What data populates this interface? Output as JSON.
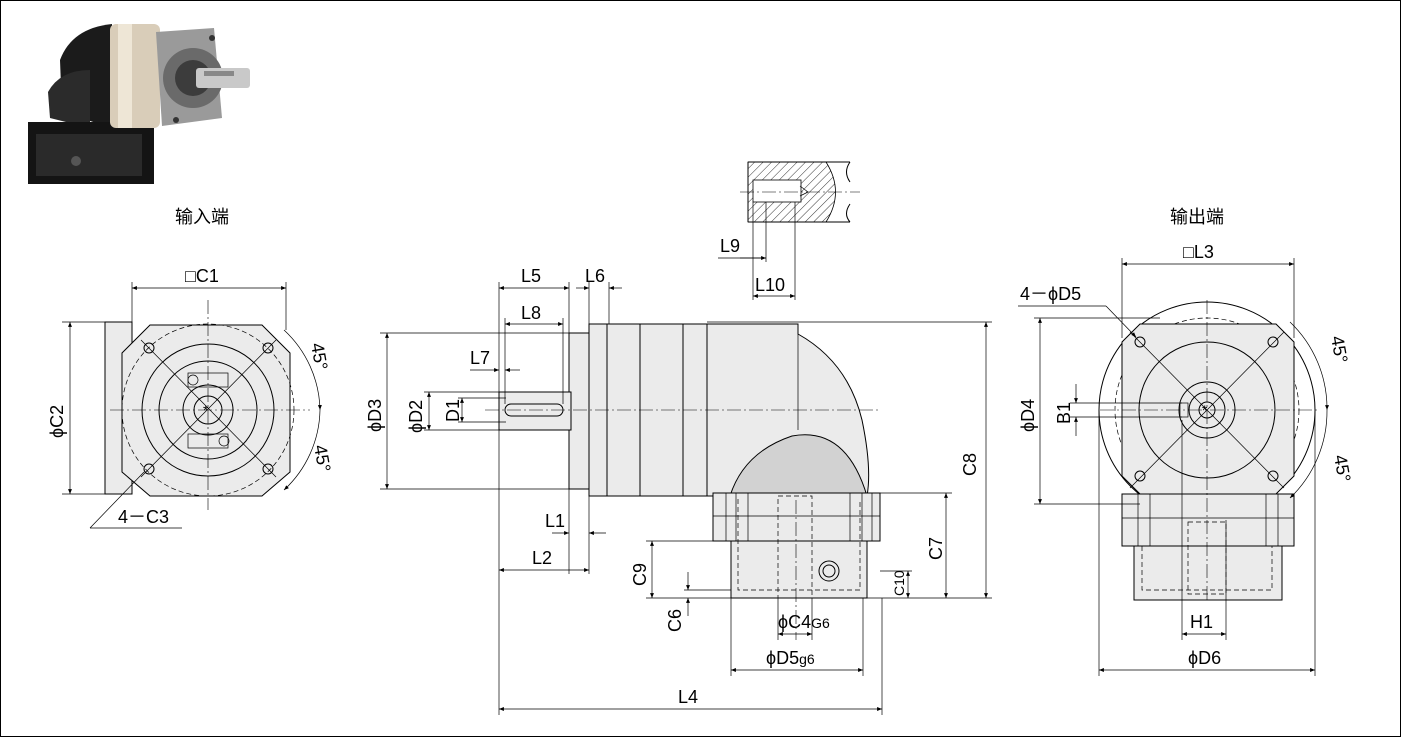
{
  "headers": {
    "input_end": "输入端",
    "output_end": "输出端"
  },
  "input_view": {
    "c1": "□C1",
    "c2": "ϕC2",
    "c3": "4－C3",
    "angle_top": "45°",
    "angle_bottom": "45°"
  },
  "side_view": {
    "l1": "L1",
    "l2": "L2",
    "l4": "L4",
    "l5": "L5",
    "l6": "L6",
    "l7": "L7",
    "l8": "L8",
    "d1": "D1",
    "d2": "ϕD2",
    "d3": "ϕD3",
    "c4": "ϕC4",
    "c4_sub": "G6",
    "c6": "C6",
    "c7": "C7",
    "c8": "C8",
    "c9": "C9",
    "c10": "C10",
    "d5": "ϕD5",
    "d5_sub": "g6"
  },
  "detail_view": {
    "l9": "L9",
    "l10": "L10"
  },
  "output_view": {
    "l3": "□L3",
    "d5_holes": "4－ϕD5",
    "d4": "ϕD4",
    "b1": "B1",
    "h1": "H1",
    "d6": "ϕD6",
    "angle_top": "45°",
    "angle_bottom": "45°"
  }
}
